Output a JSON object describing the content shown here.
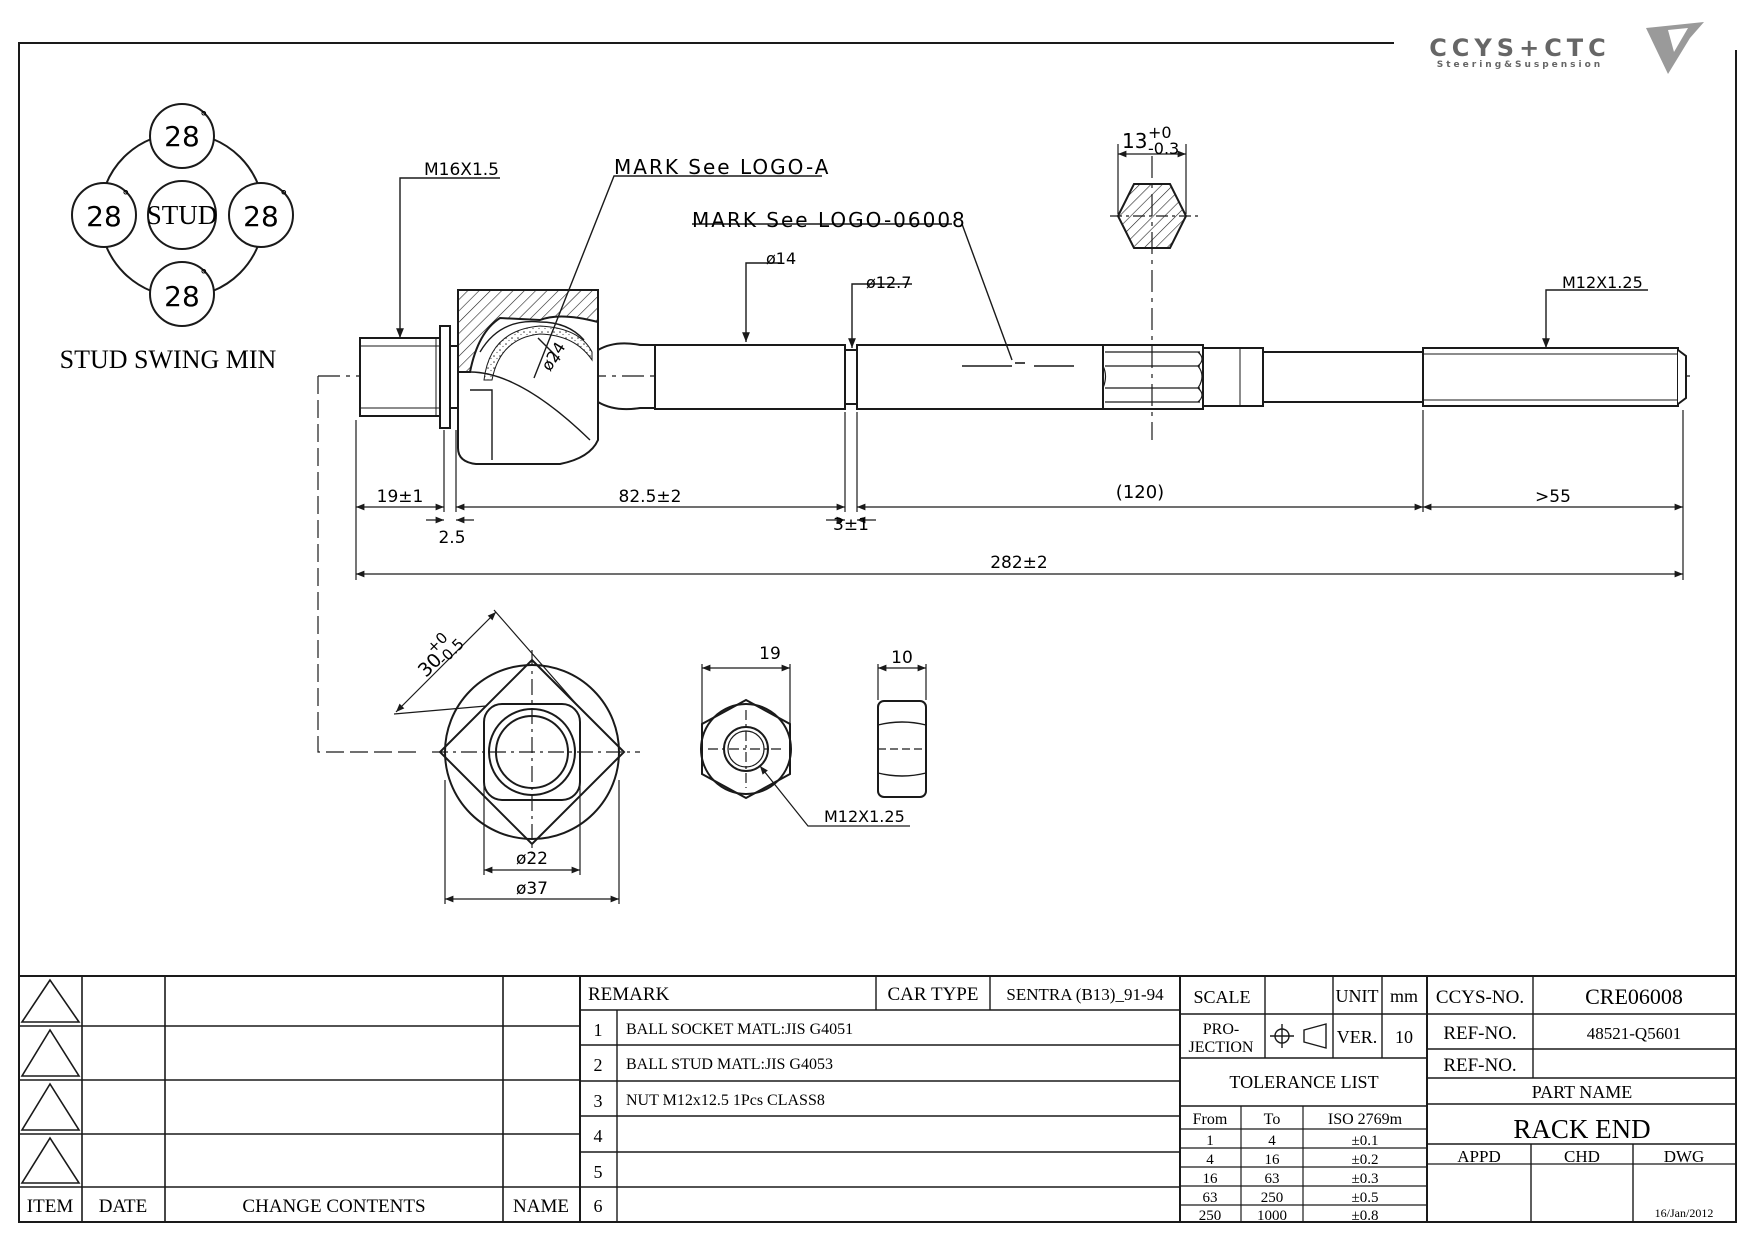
{
  "logo": {
    "brand": "CCYS+CTC",
    "tagline": "Steering&Suspension"
  },
  "swing": {
    "center_label": "STUD",
    "angles": [
      "28",
      "28",
      "28",
      "28"
    ],
    "degree_mark": "°",
    "caption": "STUD SWING MIN"
  },
  "callouts": {
    "thread_left": "M16X1.5",
    "mark_a": "MARK See LOGO-A",
    "mark_06008": "MARK See LOGO-06008",
    "dia14": "ø14",
    "dia12_7": "ø12.7",
    "dia24": "ø24",
    "thread_right": "M12X1.25",
    "hex_width": "13",
    "hex_tol_upper": "+0",
    "hex_tol_lower": "-0.3"
  },
  "dimensions": {
    "d19": "19±1",
    "d2_5": "2.5",
    "d82_5": "82.5±2",
    "d3": "3±1",
    "d120": "(120)",
    "d55": ">55",
    "d282": "282±2"
  },
  "end_view": {
    "width": "30",
    "tol_upper": "+0",
    "tol_lower": "-0.5",
    "dia22": "ø22",
    "dia37": "ø37"
  },
  "nut": {
    "width": "19",
    "thickness": "10",
    "thread": "M12X1.25"
  },
  "revisions": {
    "headers": {
      "item": "ITEM",
      "date": "DATE",
      "change": "CHANGE CONTENTS",
      "name": "NAME"
    }
  },
  "remarks": {
    "header": "REMARK",
    "car_type_label": "CAR TYPE",
    "car_type_value": "SENTRA (B13)_91-94",
    "rows": [
      {
        "no": "1",
        "text": "BALL SOCKET MATL:JIS G4051"
      },
      {
        "no": "2",
        "text": "BALL STUD MATL:JIS G4053"
      },
      {
        "no": "3",
        "text": "NUT M12x12.5 1Pcs CLASS8"
      },
      {
        "no": "4",
        "text": ""
      },
      {
        "no": "5",
        "text": ""
      },
      {
        "no": "6",
        "text": ""
      }
    ]
  },
  "specs": {
    "scale_label": "SCALE",
    "unit_label": "UNIT",
    "unit_value": "mm",
    "projection_label_1": "PRO-",
    "projection_label_2": "JECTION",
    "ver_label": "VER.",
    "ver_value": "10",
    "tolerance_title": "TOLERANCE LIST",
    "tol_headers": [
      "From",
      "To",
      "ISO 2769m"
    ],
    "tol_rows": [
      [
        "1",
        "4",
        "±0.1"
      ],
      [
        "4",
        "16",
        "±0.2"
      ],
      [
        "16",
        "63",
        "±0.3"
      ],
      [
        "63",
        "250",
        "±0.5"
      ],
      [
        "250",
        "1000",
        "±0.8"
      ]
    ]
  },
  "title_block": {
    "ccys_label": "CCYS-NO.",
    "ccys_value": "CRE06008",
    "ref_label_1": "REF-NO.",
    "ref_value_1": "48521-Q5601",
    "ref_label_2": "REF-NO.",
    "ref_value_2": "",
    "part_name_label": "PART NAME",
    "part_name_value": "RACK END",
    "appd": "APPD",
    "chd": "CHD",
    "dwg": "DWG",
    "date": "16/Jan/2012"
  }
}
